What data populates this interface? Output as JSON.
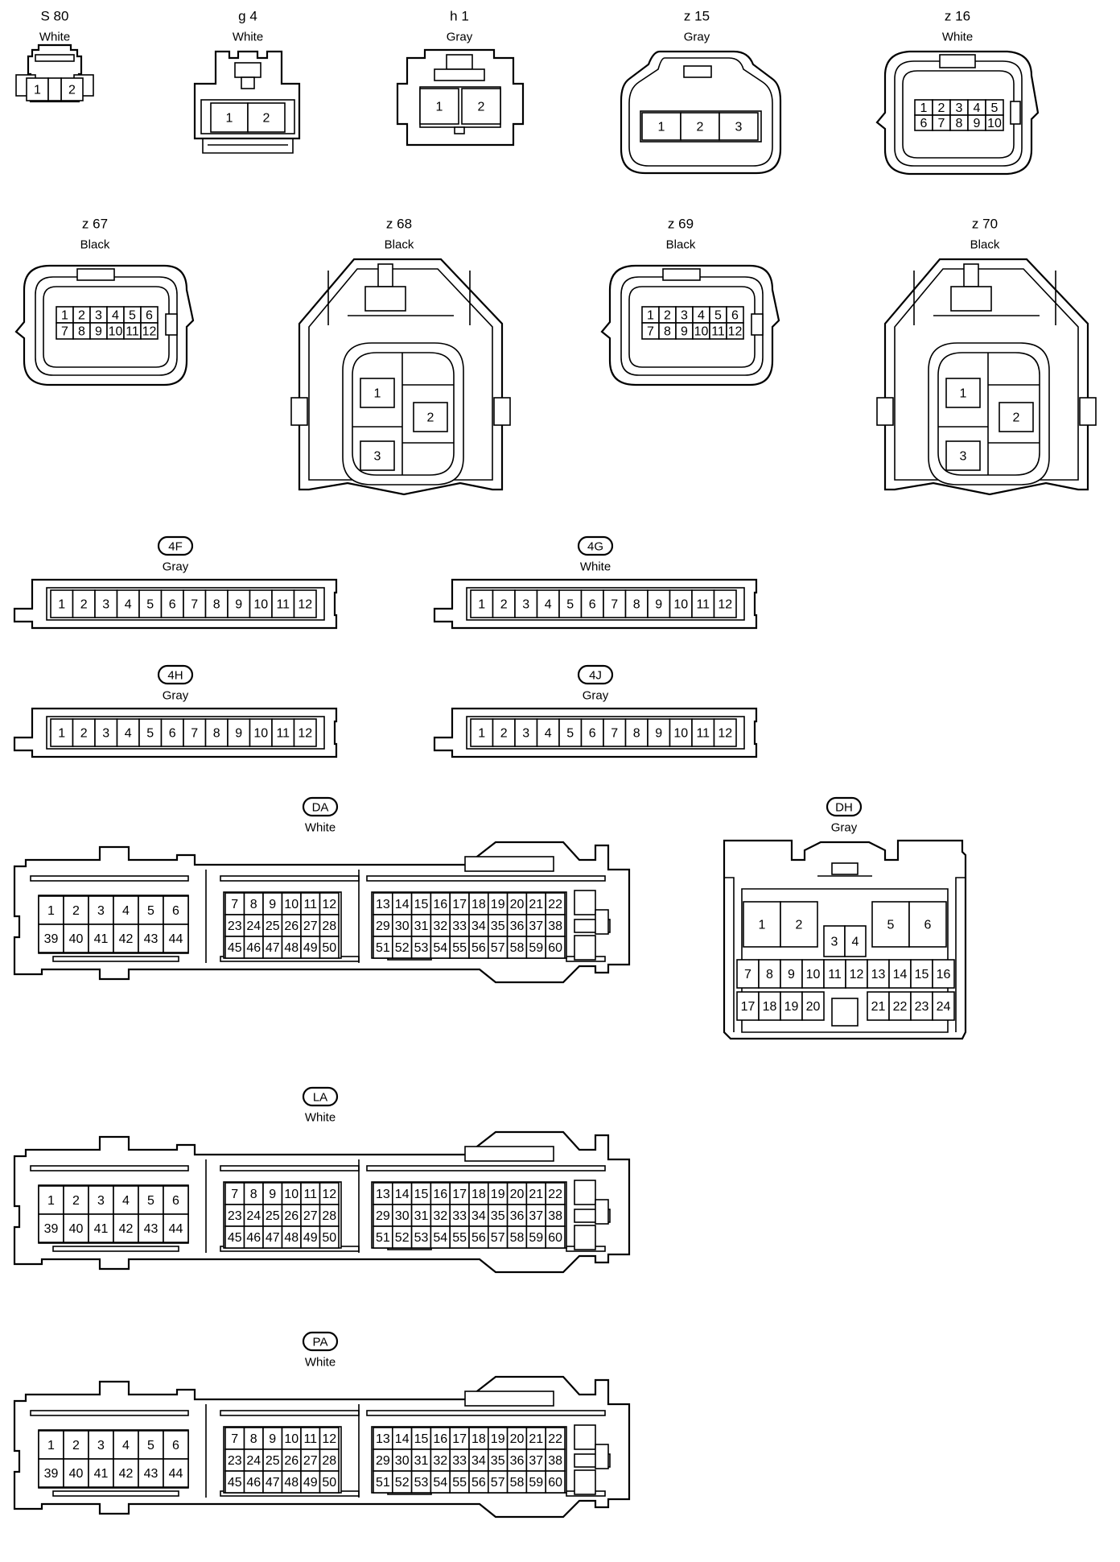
{
  "connectors": [
    {
      "code": "S 80",
      "color": "White",
      "pins": [
        "1",
        "2"
      ]
    },
    {
      "code": "g 4",
      "color": "White",
      "pins": [
        "1",
        "2"
      ]
    },
    {
      "code": "h 1",
      "color": "Gray",
      "pins": [
        "1",
        "2"
      ]
    },
    {
      "code": "z 15",
      "color": "Gray",
      "pins": [
        "1",
        "2",
        "3"
      ]
    },
    {
      "code": "z 16",
      "color": "White",
      "pins": [
        "1",
        "2",
        "3",
        "4",
        "5",
        "6",
        "7",
        "8",
        "9",
        "10"
      ]
    },
    {
      "code": "z 67",
      "color": "Black",
      "pins": [
        "1",
        "2",
        "3",
        "4",
        "5",
        "6",
        "7",
        "8",
        "9",
        "10",
        "11",
        "12"
      ]
    },
    {
      "code": "z 68",
      "color": "Black",
      "pins": [
        "1",
        "2",
        "3"
      ]
    },
    {
      "code": "z 69",
      "color": "Black",
      "pins": [
        "1",
        "2",
        "3",
        "4",
        "5",
        "6",
        "7",
        "8",
        "9",
        "10",
        "11",
        "12"
      ]
    },
    {
      "code": "z 70",
      "color": "Black",
      "pins": [
        "1",
        "2",
        "3"
      ]
    },
    {
      "code": "4F",
      "color": "Gray",
      "pins": [
        "1",
        "2",
        "3",
        "4",
        "5",
        "6",
        "7",
        "8",
        "9",
        "10",
        "11",
        "12"
      ]
    },
    {
      "code": "4G",
      "color": "White",
      "pins": [
        "1",
        "2",
        "3",
        "4",
        "5",
        "6",
        "7",
        "8",
        "9",
        "10",
        "11",
        "12"
      ]
    },
    {
      "code": "4H",
      "color": "Gray",
      "pins": [
        "1",
        "2",
        "3",
        "4",
        "5",
        "6",
        "7",
        "8",
        "9",
        "10",
        "11",
        "12"
      ]
    },
    {
      "code": "4J",
      "color": "Gray",
      "pins": [
        "1",
        "2",
        "3",
        "4",
        "5",
        "6",
        "7",
        "8",
        "9",
        "10",
        "11",
        "12"
      ]
    },
    {
      "code": "DA",
      "color": "White",
      "pins": [
        "1",
        "2",
        "3",
        "4",
        "5",
        "6",
        "39",
        "40",
        "41",
        "42",
        "43",
        "44",
        "7",
        "8",
        "9",
        "10",
        "11",
        "12",
        "23",
        "24",
        "25",
        "26",
        "27",
        "28",
        "45",
        "46",
        "47",
        "48",
        "49",
        "50",
        "13",
        "14",
        "15",
        "16",
        "17",
        "18",
        "19",
        "20",
        "21",
        "22",
        "29",
        "30",
        "31",
        "32",
        "33",
        "34",
        "35",
        "36",
        "37",
        "38",
        "51",
        "52",
        "53",
        "54",
        "55",
        "56",
        "57",
        "58",
        "59",
        "60"
      ]
    },
    {
      "code": "DH",
      "color": "Gray",
      "pins": [
        "1",
        "2",
        "5",
        "6",
        "3",
        "4",
        "7",
        "8",
        "9",
        "10",
        "11",
        "12",
        "13",
        "14",
        "15",
        "16",
        "17",
        "18",
        "19",
        "20",
        "21",
        "22",
        "23",
        "24"
      ]
    },
    {
      "code": "LA",
      "color": "White",
      "pins": [
        "1",
        "2",
        "3",
        "4",
        "5",
        "6",
        "39",
        "40",
        "41",
        "42",
        "43",
        "44",
        "7",
        "8",
        "9",
        "10",
        "11",
        "12",
        "23",
        "24",
        "25",
        "26",
        "27",
        "28",
        "45",
        "46",
        "47",
        "48",
        "49",
        "50",
        "13",
        "14",
        "15",
        "16",
        "17",
        "18",
        "19",
        "20",
        "21",
        "22",
        "29",
        "30",
        "31",
        "32",
        "33",
        "34",
        "35",
        "36",
        "37",
        "38",
        "51",
        "52",
        "53",
        "54",
        "55",
        "56",
        "57",
        "58",
        "59",
        "60"
      ]
    },
    {
      "code": "PA",
      "color": "White",
      "pins": [
        "1",
        "2",
        "3",
        "4",
        "5",
        "6",
        "39",
        "40",
        "41",
        "42",
        "43",
        "44",
        "7",
        "8",
        "9",
        "10",
        "11",
        "12",
        "23",
        "24",
        "25",
        "26",
        "27",
        "28",
        "45",
        "46",
        "47",
        "48",
        "49",
        "50",
        "13",
        "14",
        "15",
        "16",
        "17",
        "18",
        "19",
        "20",
        "21",
        "22",
        "29",
        "30",
        "31",
        "32",
        "33",
        "34",
        "35",
        "36",
        "37",
        "38",
        "51",
        "52",
        "53",
        "54",
        "55",
        "56",
        "57",
        "58",
        "59",
        "60"
      ]
    }
  ]
}
